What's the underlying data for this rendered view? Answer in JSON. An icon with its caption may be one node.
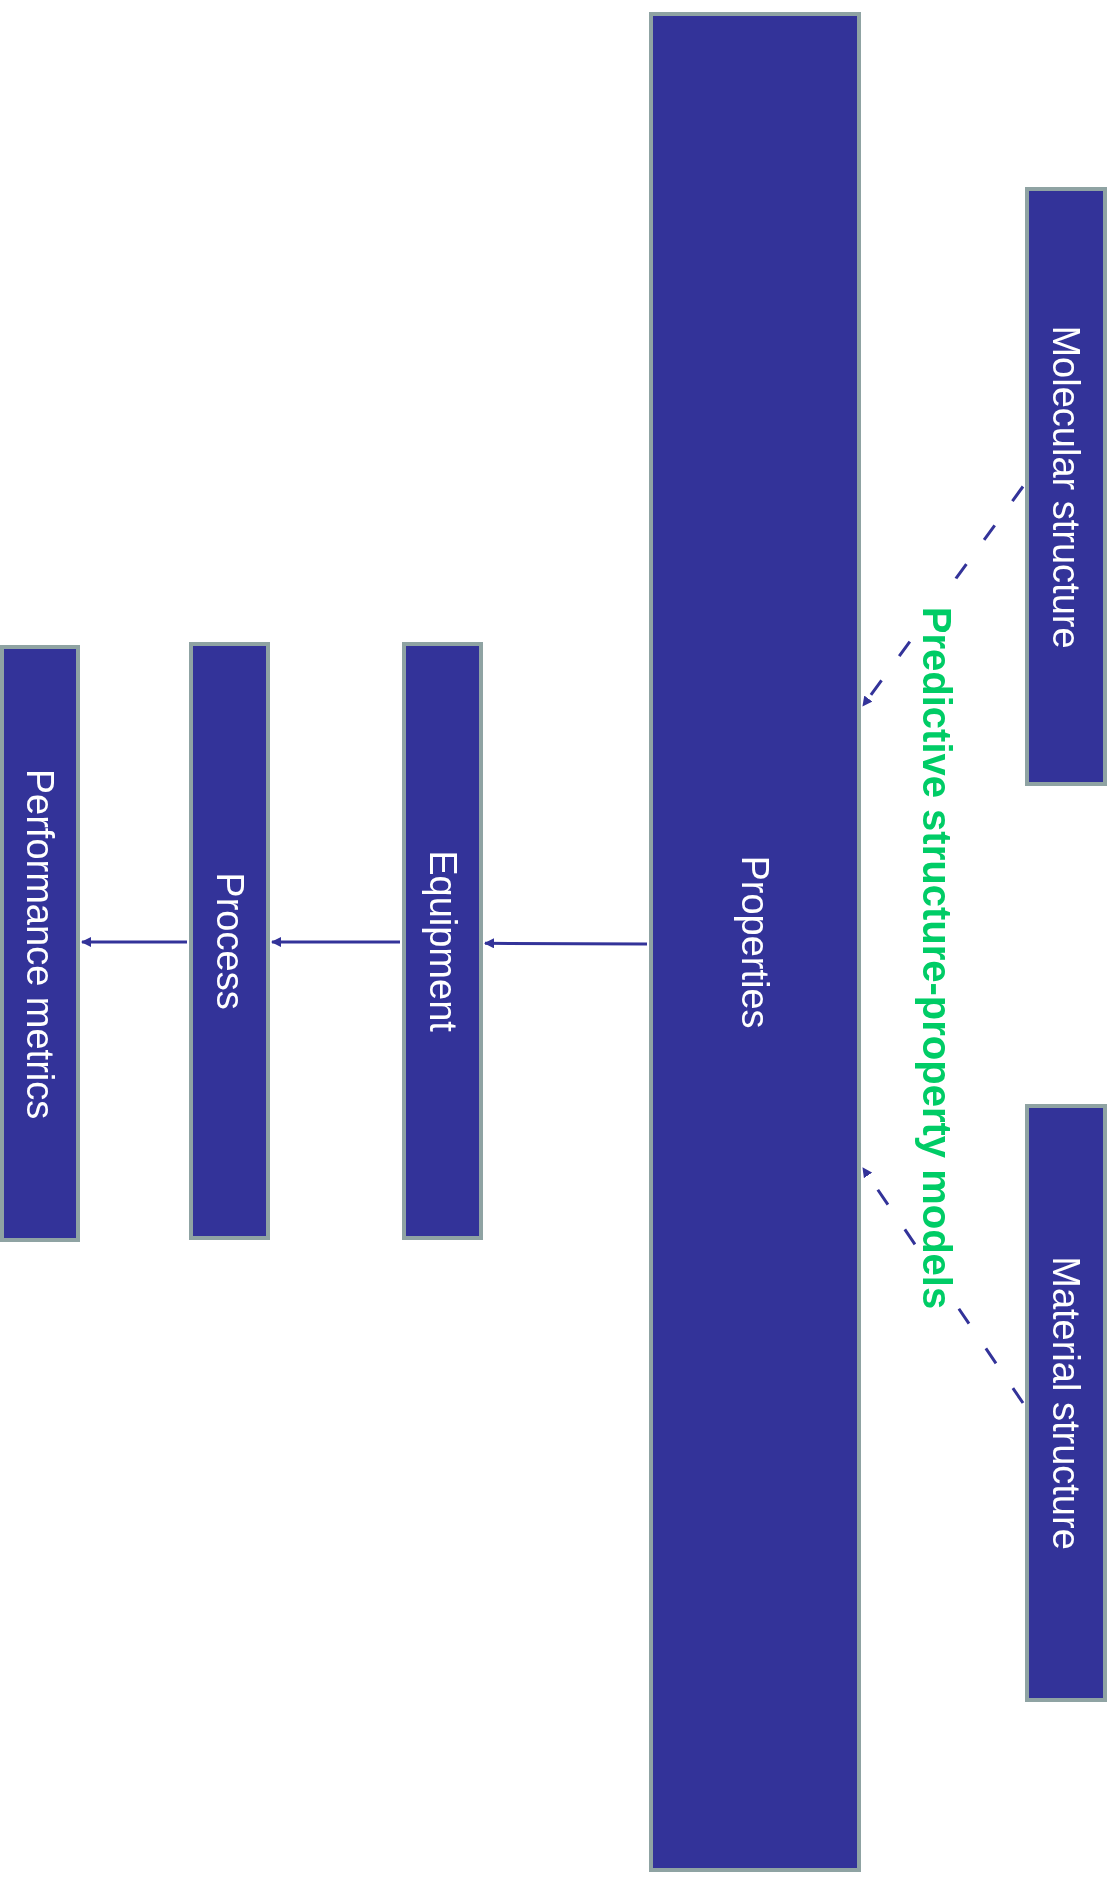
{
  "diagram": {
    "nodes": [
      {
        "text": [
          "Molecular structure"
        ]
      },
      {
        "text": [
          "Properties"
        ]
      },
      {
        "text": [
          "Material structure"
        ]
      },
      {
        "text": [
          "Equipment"
        ]
      },
      {
        "text": [
          "Process"
        ]
      },
      {
        "text": [
          "Performance metrics"
        ]
      }
    ],
    "edges": [
      {
        "from": 0,
        "to": 1,
        "arrow": "to",
        "style": "dashed"
      },
      {
        "from": 2,
        "to": 1,
        "arrow": "to",
        "style": "dashed"
      },
      {
        "from": 1,
        "to": 3,
        "arrow": "to"
      },
      {
        "from": 3,
        "to": 4,
        "arrow": "to"
      },
      {
        "from": 4,
        "to": 5,
        "arrow": "to"
      }
    ],
    "labels": [
      "Predictive structure-property models"
    ]
  }
}
